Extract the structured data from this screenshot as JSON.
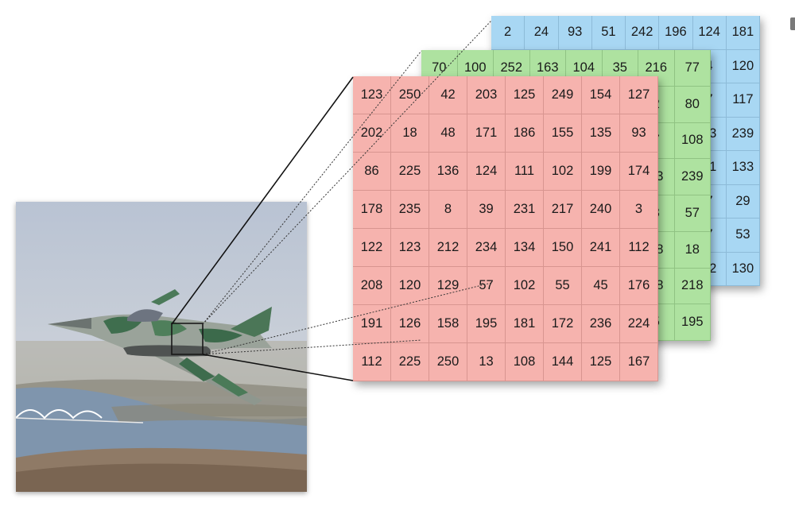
{
  "photo": {
    "description_icon": "fighter-jet-photo"
  },
  "channels": [
    {
      "name": "blue",
      "color": "#a8d7f3",
      "rows": [
        [
          "2",
          "24",
          "93",
          "51",
          "242",
          "196",
          "124",
          "181"
        ],
        [
          "",
          "",
          "",
          "",
          "",
          "",
          "4",
          "120"
        ],
        [
          "",
          "",
          "",
          "",
          "",
          "",
          "7",
          "117"
        ],
        [
          "",
          "",
          "",
          "",
          "",
          "",
          "13",
          "239"
        ],
        [
          "",
          "",
          "",
          "",
          "",
          "",
          "51",
          "133"
        ],
        [
          "",
          "",
          "",
          "",
          "",
          "",
          "7",
          "29"
        ],
        [
          "",
          "",
          "",
          "",
          "",
          "",
          "7",
          "53"
        ],
        [
          "",
          "",
          "",
          "",
          "",
          "",
          "72",
          "130"
        ]
      ]
    },
    {
      "name": "green",
      "color": "#aee2a0",
      "rows": [
        [
          "70",
          "100",
          "252",
          "163",
          "104",
          "35",
          "216",
          "77"
        ],
        [
          "",
          "",
          "",
          "",
          "",
          "",
          "2",
          "80"
        ],
        [
          "",
          "",
          "",
          "",
          "",
          "",
          "7",
          "108"
        ],
        [
          "",
          "",
          "",
          "",
          "",
          "",
          "23",
          "239"
        ],
        [
          "",
          "",
          "",
          "",
          "",
          "",
          "3",
          "57"
        ],
        [
          "",
          "",
          "",
          "",
          "",
          "",
          "38",
          "18"
        ],
        [
          "",
          "",
          "",
          "",
          "",
          "",
          "08",
          "218"
        ],
        [
          "",
          "",
          "",
          "",
          "",
          "",
          "5",
          "195"
        ]
      ]
    },
    {
      "name": "red",
      "color": "#f6b3ae",
      "rows": [
        [
          "123",
          "250",
          "42",
          "203",
          "125",
          "249",
          "154",
          "127"
        ],
        [
          "202",
          "18",
          "48",
          "171",
          "186",
          "155",
          "135",
          "93"
        ],
        [
          "86",
          "225",
          "136",
          "124",
          "111",
          "102",
          "199",
          "174"
        ],
        [
          "178",
          "235",
          "8",
          "39",
          "231",
          "217",
          "240",
          "3"
        ],
        [
          "122",
          "123",
          "212",
          "234",
          "134",
          "150",
          "241",
          "112"
        ],
        [
          "208",
          "120",
          "129",
          "57",
          "102",
          "55",
          "45",
          "176"
        ],
        [
          "191",
          "126",
          "158",
          "195",
          "181",
          "172",
          "236",
          "224"
        ],
        [
          "112",
          "225",
          "250",
          "13",
          "108",
          "144",
          "125",
          "167"
        ]
      ]
    }
  ]
}
